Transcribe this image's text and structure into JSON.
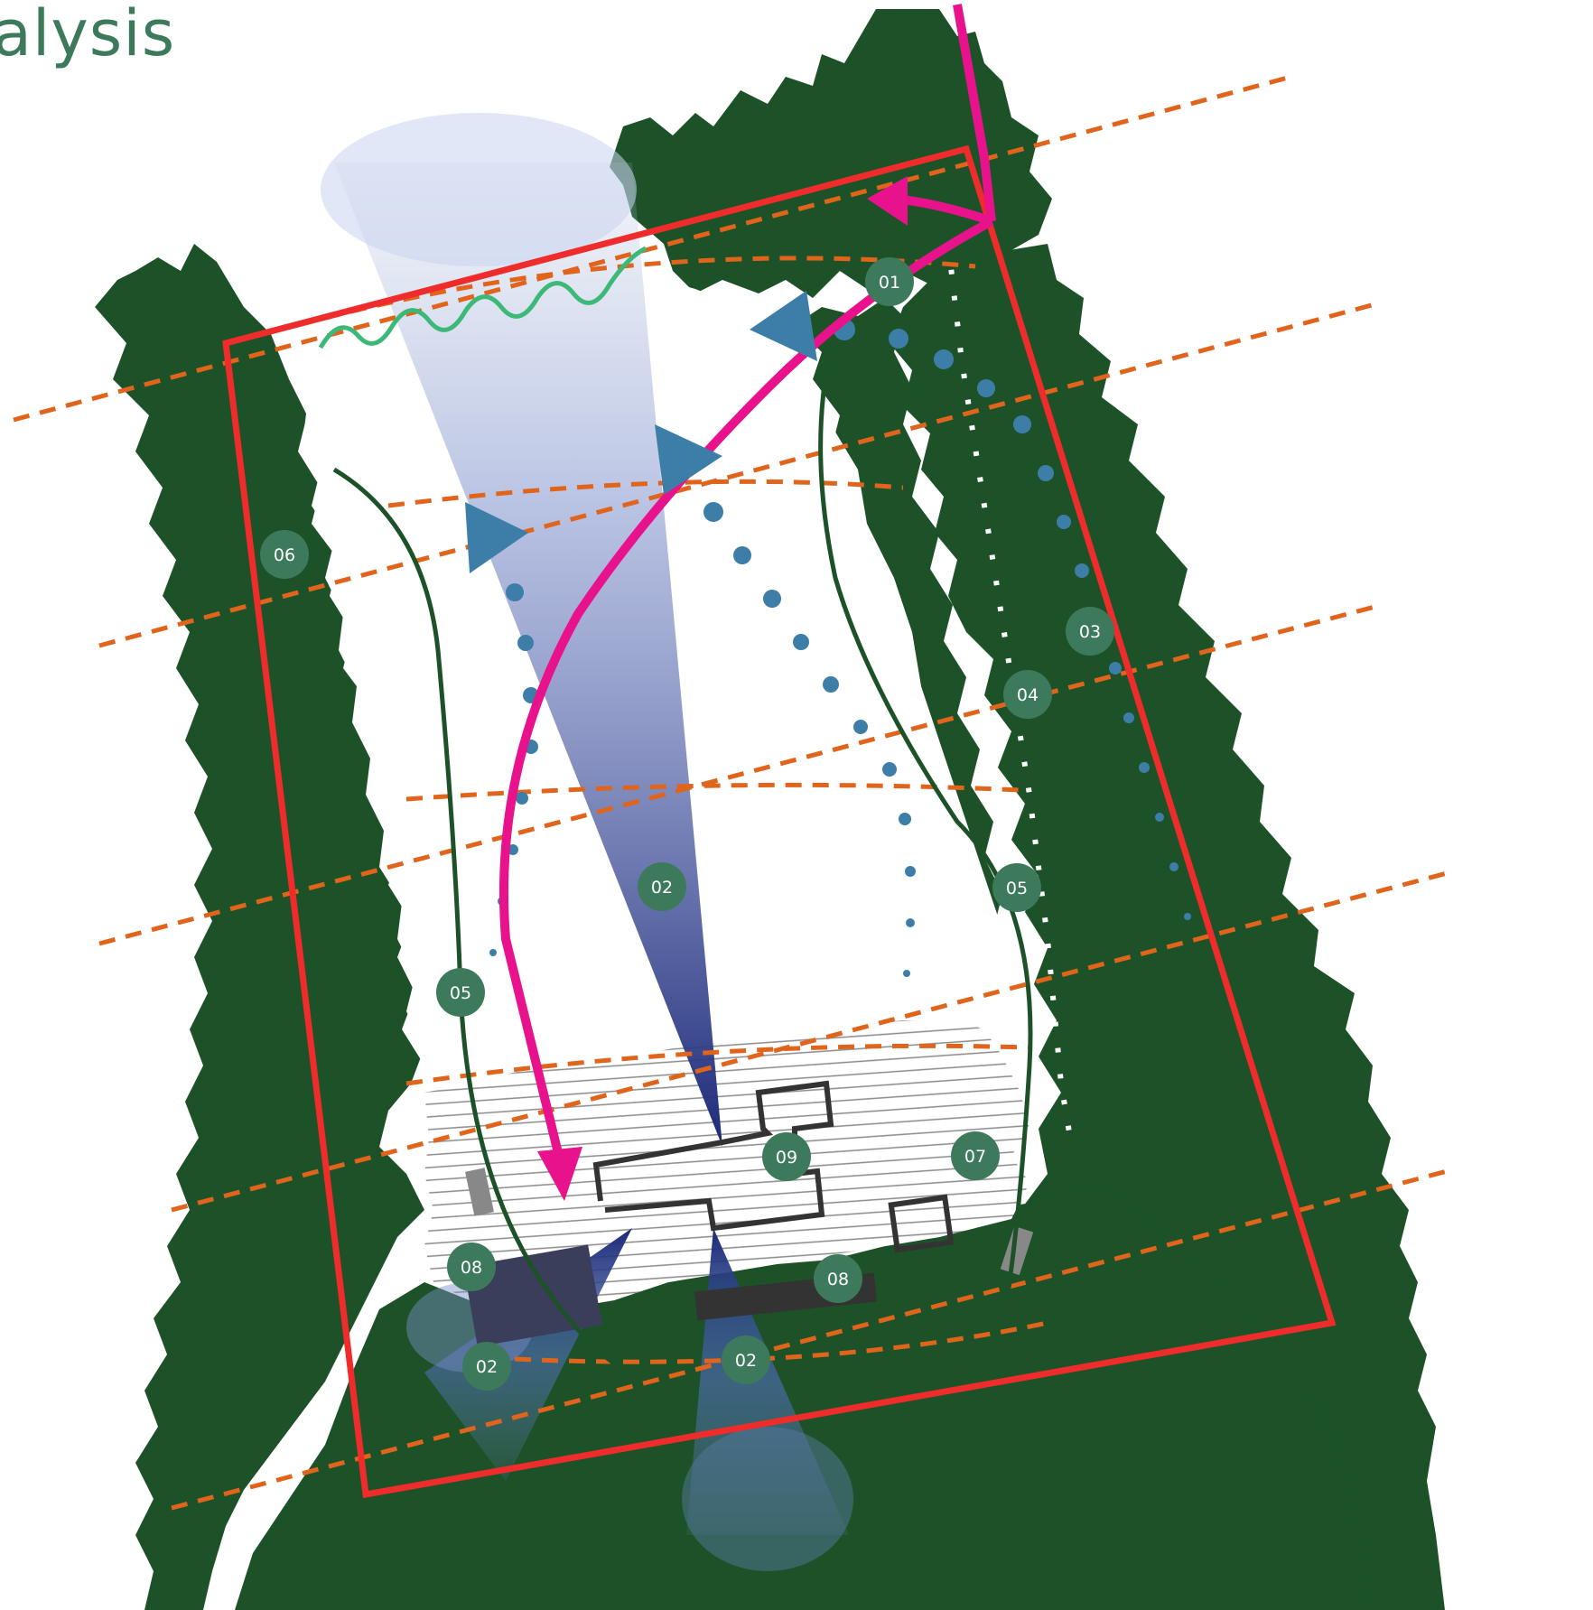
{
  "title": "alysis",
  "colors": {
    "vegetation": "#1d5228",
    "site_boundary": "#ee2c2c",
    "contour": "#e0641c",
    "circulation": "#e8128c",
    "view_cone": "#1d2a78",
    "water_flow": "#3d7ea8",
    "wavy_line": "#3cb878",
    "marker_fill": "#3d7a5c",
    "hatch": "#8a8a8a",
    "building_dark": "#333333"
  },
  "markers": [
    {
      "id": "m01",
      "label": "01"
    },
    {
      "id": "m02a",
      "label": "02"
    },
    {
      "id": "m02b",
      "label": "02"
    },
    {
      "id": "m02c",
      "label": "02"
    },
    {
      "id": "m03",
      "label": "03"
    },
    {
      "id": "m04",
      "label": "04"
    },
    {
      "id": "m05a",
      "label": "05"
    },
    {
      "id": "m05b",
      "label": "05"
    },
    {
      "id": "m06",
      "label": "06"
    },
    {
      "id": "m07",
      "label": "07"
    },
    {
      "id": "m08a",
      "label": "08"
    },
    {
      "id": "m08b",
      "label": "08"
    },
    {
      "id": "m09",
      "label": "09"
    }
  ]
}
